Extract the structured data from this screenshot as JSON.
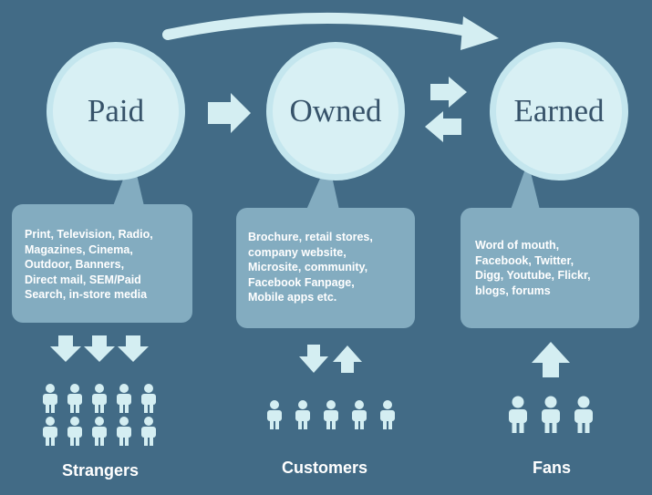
{
  "stages": {
    "paid": {
      "title": "Paid",
      "items": [
        "Print, Television, Radio,",
        "Magazines, Cinema,",
        "Outdoor, Banners,",
        "Direct mail, SEM/Paid",
        "Search, in-store media"
      ],
      "audience": "Strangers"
    },
    "owned": {
      "title": "Owned",
      "items": [
        "Brochure, retail stores,",
        "company website,",
        "Microsite, community,",
        "Facebook Fanpage,",
        "Mobile apps etc."
      ],
      "audience": "Customers"
    },
    "earned": {
      "title": "Earned",
      "items": [
        "Word of mouth,",
        "Facebook, Twitter,",
        "Digg, Youtube, Flickr,",
        "blogs, forums"
      ],
      "audience": "Fans"
    }
  },
  "colors": {
    "background": "#426b86",
    "circle_fill": "#d8f0f4",
    "box_fill": "#83acc0",
    "arrow_fill": "#d4eef2",
    "text_light": "#ffffff"
  },
  "icons": {
    "arrow": "arrow-icon",
    "person": "person-icon"
  }
}
